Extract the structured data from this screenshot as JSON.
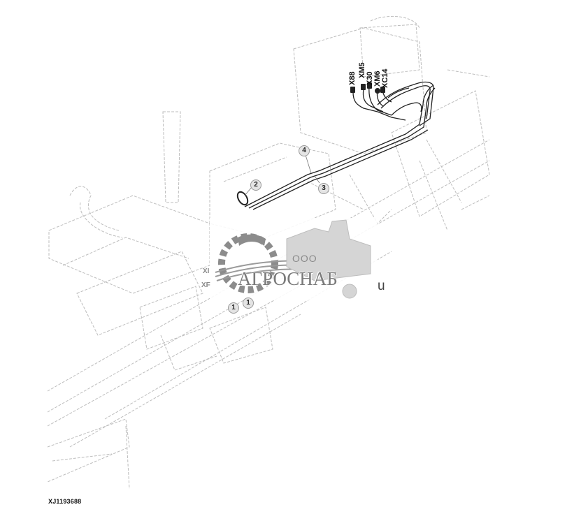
{
  "diagram": {
    "type": "wiring harness installation drawing (isometric line art)",
    "figure_id": "XJ1193688",
    "connectors": [
      {
        "label": "X88"
      },
      {
        "label": "XM5"
      },
      {
        "label": "X30"
      },
      {
        "label": "XM6"
      },
      {
        "label": "XC14"
      }
    ],
    "callouts": [
      {
        "number": "1"
      },
      {
        "number": "1"
      },
      {
        "number": "2"
      },
      {
        "number": "3"
      },
      {
        "number": "4"
      }
    ],
    "partial_labels": [
      "XI",
      "XF"
    ],
    "colors": {
      "harness": "#222222",
      "background_lines": "#b8b8b8",
      "callout_fill": "#e4e4e4",
      "watermark": "#7a7a7a"
    }
  },
  "watermark": {
    "prefix": "ООО",
    "name": "АГРОСНАБ",
    "suffix": "u"
  }
}
